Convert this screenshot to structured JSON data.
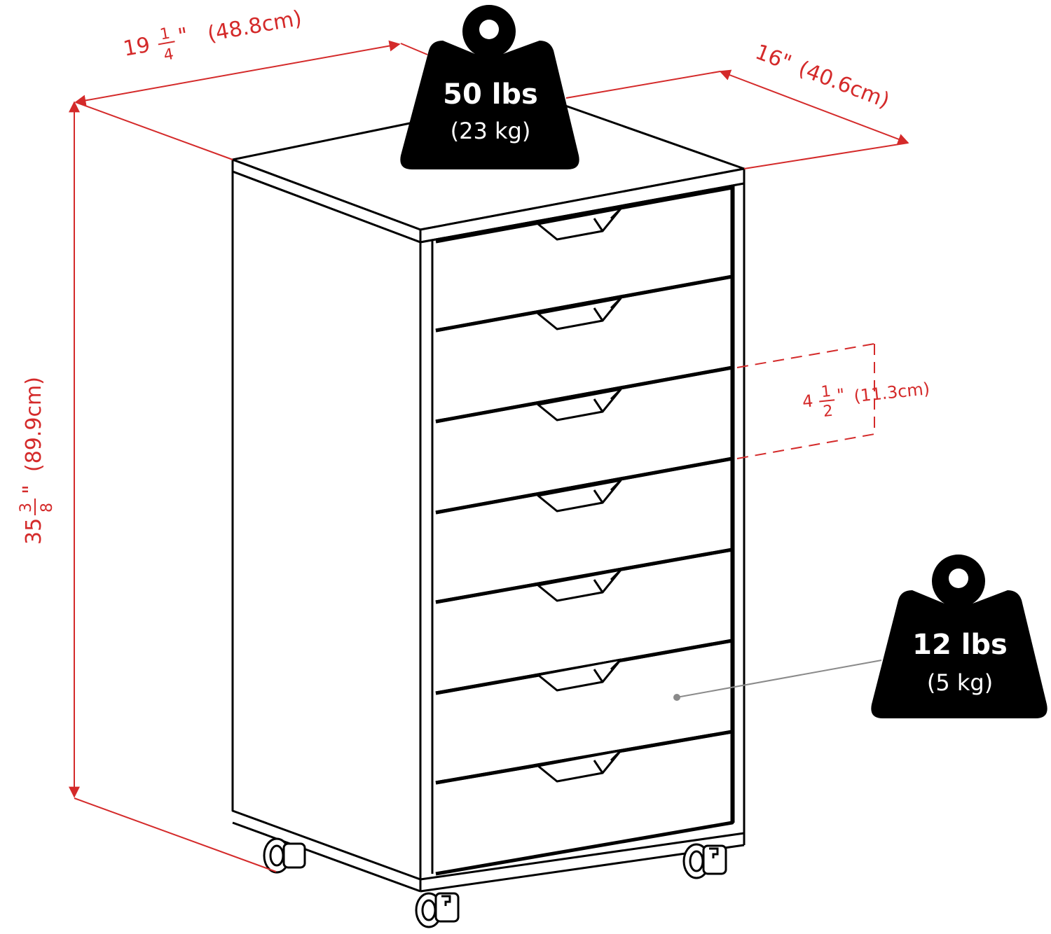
{
  "dimensions": {
    "width": {
      "whole": "19",
      "num": "1",
      "den": "4",
      "unit": "\"",
      "metric": "(48.8cm)"
    },
    "depth": {
      "label": "16\"",
      "metric": "(40.6cm)"
    },
    "height": {
      "whole": "35",
      "num": "3",
      "den": "8",
      "unit": "\"",
      "metric": "(89.9cm)"
    },
    "drawer_height": {
      "whole": "4",
      "num": "1",
      "den": "2",
      "unit": "\"",
      "metric": "(11.3cm)"
    }
  },
  "weights": {
    "top": {
      "imperial": "50 lbs",
      "metric": "(23 kg)"
    },
    "drawer": {
      "imperial": "12 lbs",
      "metric": "(5 kg)"
    }
  },
  "colors": {
    "dimension": "#d42a2a",
    "outline": "#000000",
    "badge": "#000000",
    "leader": "#8a8a8a"
  },
  "drawer_count": 7
}
